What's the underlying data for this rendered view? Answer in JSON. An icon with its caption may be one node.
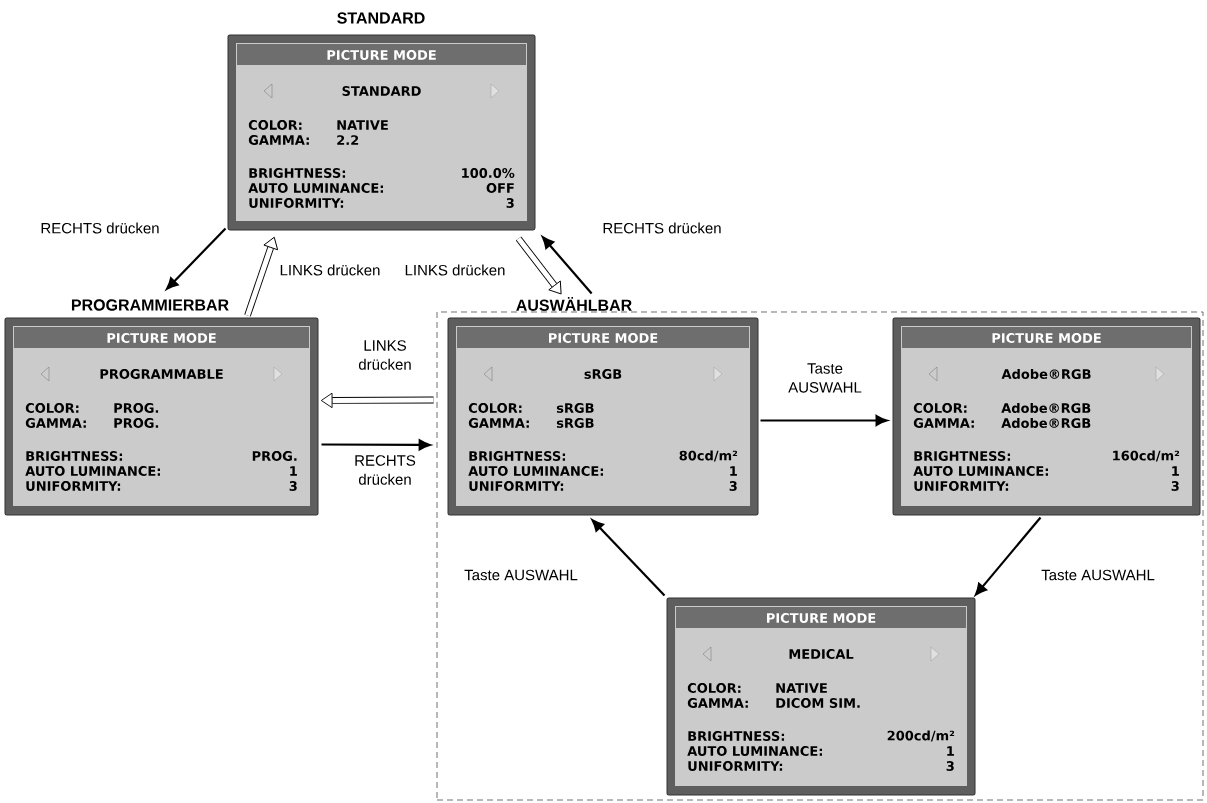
{
  "diagram": {
    "nodes": [
      {
        "text": [
          "STANDARD",
          "PICTURE MODE",
          "STANDARD",
          "COLOR:",
          "NATIVE",
          "GAMMA:",
          "2.2",
          "BRIGHTNESS:",
          "100.0%",
          "AUTO LUMINANCE:",
          "OFF",
          "UNIFORMITY:",
          "3"
        ]
      },
      {
        "text": [
          "PROGRAMMIERBAR",
          "PICTURE MODE",
          "PROGRAMMABLE",
          "COLOR:",
          "PROG.",
          "GAMMA:",
          "PROG.",
          "BRIGHTNESS:",
          "PROG.",
          "AUTO LUMINANCE:",
          "1",
          "UNIFORMITY:",
          "3"
        ]
      },
      {
        "text": [
          "AUSWÄHLBAR"
        ]
      },
      {
        "text": [
          "PICTURE MODE",
          "sRGB",
          "COLOR:",
          "sRGB",
          "GAMMA:",
          "sRGB",
          "BRIGHTNESS:",
          "80cd/m²",
          "AUTO LUMINANCE:",
          "1",
          "UNIFORMITY:",
          "3"
        ],
        "in": 2
      },
      {
        "text": [
          "PICTURE MODE",
          "Adobe®RGB",
          "COLOR:",
          "Adobe®RGB",
          "GAMMA:",
          "Adobe®RGB",
          "BRIGHTNESS:",
          "160cd/m²",
          "AUTO LUMINANCE:",
          "1",
          "UNIFORMITY:",
          "3"
        ],
        "in": 2
      },
      {
        "text": [
          "PICTURE MODE",
          "MEDICAL",
          "COLOR:",
          "NATIVE",
          "GAMMA:",
          "DICOM SIM.",
          "BRIGHTNESS:",
          "200cd/m²",
          "AUTO LUMINANCE:",
          "1",
          "UNIFORMITY:",
          "3"
        ],
        "in": 2
      }
    ],
    "edges": [
      {
        "from": 0,
        "to": 1,
        "arrow": "to",
        "label": "RECHTS drücken"
      },
      {
        "from": 1,
        "to": 0,
        "arrow": "to",
        "label": "LINKS drücken",
        "style": "thick"
      },
      {
        "from": 0,
        "to": 2,
        "arrow": "to",
        "label": "LINKS drücken",
        "style": "thick"
      },
      {
        "from": 2,
        "to": 0,
        "arrow": "to",
        "label": "RECHTS drücken"
      },
      {
        "from": 2,
        "to": 1,
        "arrow": "to",
        "label": "LINKS drücken",
        "style": "thick"
      },
      {
        "from": 1,
        "to": 2,
        "arrow": "to",
        "label": "RECHTS drücken"
      },
      {
        "from": 3,
        "to": 4,
        "arrow": "to",
        "label": "Taste AUSWAHL"
      },
      {
        "from": 4,
        "to": 5,
        "arrow": "to",
        "label": "Taste AUSWAHL"
      },
      {
        "from": 5,
        "to": 3,
        "arrow": "to",
        "label": "Taste AUSWAHL"
      }
    ]
  }
}
